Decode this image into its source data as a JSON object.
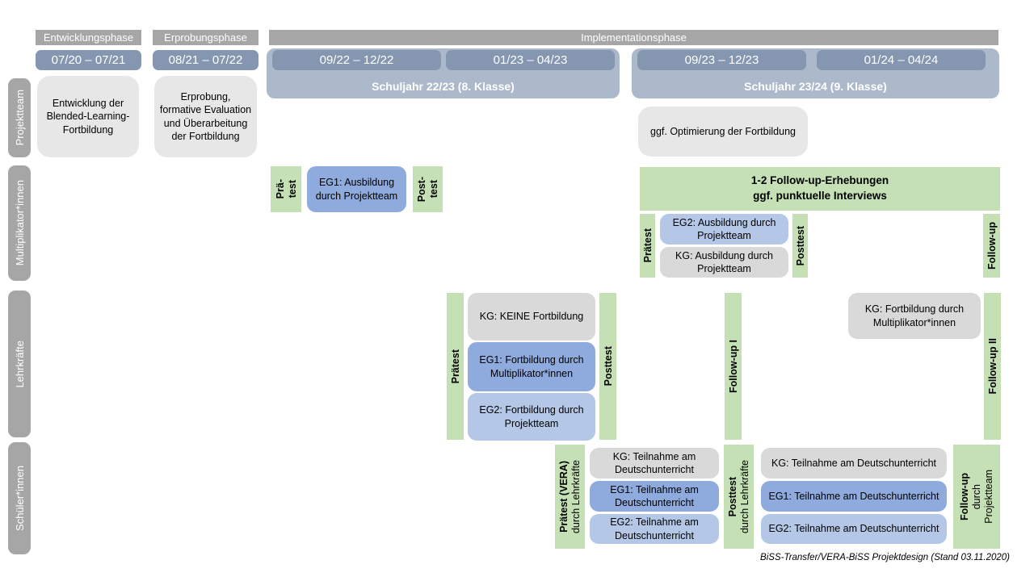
{
  "header": {
    "phases": [
      {
        "label": "Entwicklungsphase"
      },
      {
        "label": "Erprobungsphase"
      },
      {
        "label": "Implementationsphase"
      }
    ],
    "date_ranges": [
      "07/20 – 07/21",
      "08/21 – 07/22",
      "09/22 – 12/22",
      "01/23 – 04/23",
      "09/23 – 12/23",
      "01/24 – 04/24"
    ],
    "school_years": [
      "Schuljahr 22/23 (8. Klasse)",
      "Schuljahr 23/24 (9. Klasse)"
    ]
  },
  "rows": {
    "projektteam": {
      "label": "Projektteam",
      "entwicklung_box": "Entwicklung der Blended-Learning-Fortbildung",
      "erprobung_box": "Erprobung, formative Evaluation und Überarbeitung der Fortbildung",
      "optimierung_box": "ggf. Optimierung der Fortbildung"
    },
    "multiplikatoren": {
      "label": "Multiplikator*innen",
      "praetest_1_line1": "Prä-",
      "praetest_1_line2": "test",
      "eg1_box": "EG1: Ausbildung durch Projektteam",
      "posttest_1_line1": "Post-",
      "posttest_1_line2": "test",
      "followup_box_line1": "1-2 Follow-up-Erhebungen",
      "followup_box_line2": "ggf. punktuelle Interviews",
      "praetest_2": "Prätest",
      "eg2_box": "EG2: Ausbildung durch Projektteam",
      "kg_box": "KG: Ausbildung durch Projektteam",
      "posttest_2": "Posttest",
      "followup": "Follow-up"
    },
    "lehrkraefte": {
      "label": "Lehrkräfte",
      "praetest": "Prätest",
      "kg_box": "KG: KEINE Fortbildung",
      "eg1_box": "EG1: Fortbildung durch Multiplikator*innen",
      "eg2_box": "EG2: Fortbildung durch Projektteam",
      "posttest": "Posttest",
      "followup1": "Follow-up I",
      "kg2_box": "KG: Fortbildung durch Multiplikator*innen",
      "followup2": "Follow-up II"
    },
    "schueler": {
      "label": "Schüler*innen",
      "praetest_line1": "Prätest (VERA)",
      "praetest_line2": "durch Lehrkräfte",
      "kg_box_1": "KG: Teilnahme am Deutschunterricht",
      "eg1_box_1": "EG1: Teilnahme am Deutschunterricht",
      "eg2_box_1": "EG2: Teilnahme am Deutschunterricht",
      "posttest_line1": "Posttest",
      "posttest_line2": "durch Lehrkräfte",
      "kg_box_2": "KG: Teilnahme am Deutschunterricht",
      "eg1_box_2": "EG1: Teilnahme am Deutschunterricht",
      "eg2_box_2": "EG2: Teilnahme am Deutschunterricht",
      "followup_line1": "Follow-up",
      "followup_line2": "durch",
      "followup_line3": "Projektteam"
    }
  },
  "footer": {
    "caption": "BiSS-Transfer/VERA-BiSS Projektdesign (Stand 03.11.2020)"
  },
  "colors": {
    "phase_bar": "#a6a6a6",
    "date_bar": "#8496b0",
    "school_year_band": "#acb9ca",
    "row_label_bar": "#a6a6a6",
    "light_gray_box": "#e8e7e7",
    "kg_gray_box": "#d9d9d9",
    "eg1_blue": "#8faadc",
    "eg2_blue": "#b4c7e7",
    "green": "#c5e0b4"
  }
}
